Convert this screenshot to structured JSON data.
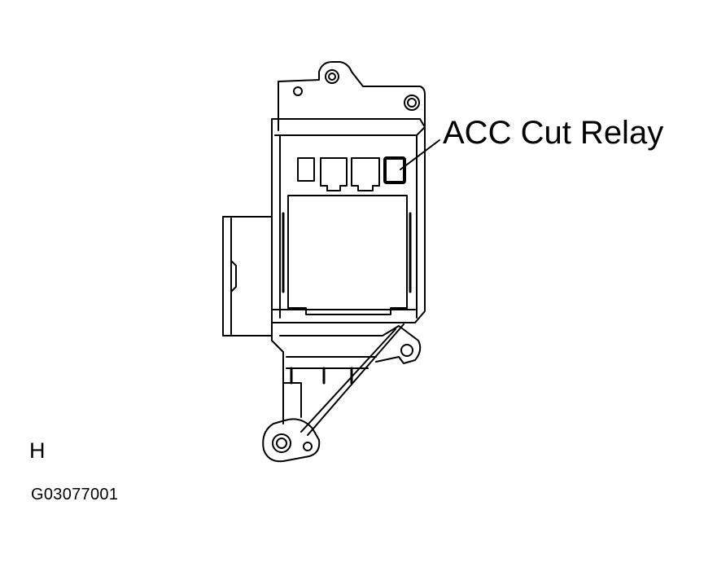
{
  "diagram": {
    "callout_label": "ACC Cut Relay",
    "view_letter": "H",
    "figure_id": "G03077001"
  }
}
